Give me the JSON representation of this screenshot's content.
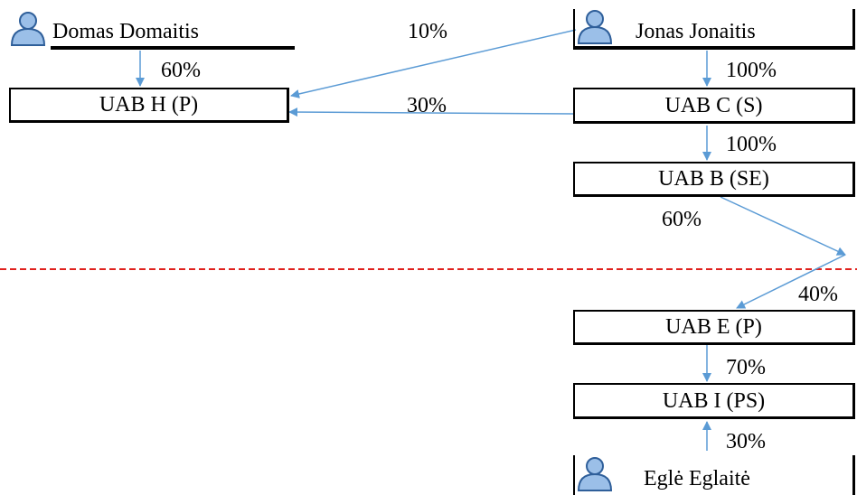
{
  "colors": {
    "arrow": "#5b9bd5",
    "divider": "#e0211d",
    "icon_fill": "#9bbfe8",
    "icon_stroke": "#2f5f9a"
  },
  "persons": {
    "domas": {
      "name": "Domas Domaitis",
      "icon": "person-icon"
    },
    "jonas": {
      "name": "Jonas Jonaitis",
      "icon": "person-icon"
    },
    "egle": {
      "name": "Eglė Eglaitė",
      "icon": "person-icon"
    }
  },
  "companies": {
    "h": "UAB H (P)",
    "c": "UAB C (S)",
    "b": "UAB B (SE)",
    "e": "UAB E (P)",
    "i": "UAB I (PS)"
  },
  "percentages": {
    "domas_to_h": "60%",
    "jonas_to_h": "10%",
    "c_to_h": "30%",
    "jonas_to_c": "100%",
    "c_to_b": "100%",
    "b_out": "60%",
    "to_e": "40%",
    "e_to_i": "70%",
    "egle_to_i": "30%"
  }
}
